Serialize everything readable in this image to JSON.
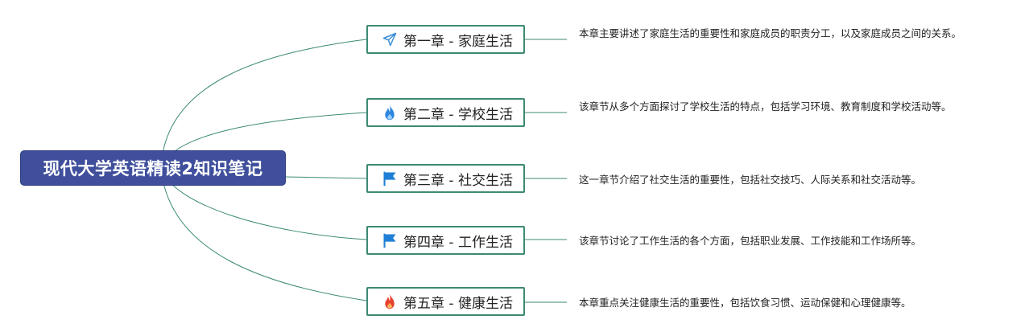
{
  "root": {
    "title": "现代大学英语精读2知识笔记"
  },
  "colors": {
    "root_bg": "#3f4f9c",
    "branch_border": "#3c8a74",
    "connector": "#3c8a74",
    "text": "#222222"
  },
  "chapters": [
    {
      "title": "第一章 - 家庭生活",
      "icon": "paper-plane-icon",
      "icon_color": "#3a8fd8",
      "note": "本章主要讲述了家庭生活的重要性和家庭成员的职责分工，以及家庭成员之间的关系。"
    },
    {
      "title": "第二章 - 学校生活",
      "icon": "flame-icon",
      "icon_color": "#2f86de",
      "note": "该章节从多个方面探讨了学校生活的特点，包括学习环境、教育制度和学校活动等。"
    },
    {
      "title": "第三章 - 社交生活",
      "icon": "flag-icon",
      "icon_color": "#1f7fd6",
      "note": "这一章节介绍了社交生活的重要性，包括社交技巧、人际关系和社交活动等。"
    },
    {
      "title": "第四章 - 工作生活",
      "icon": "flag-icon",
      "icon_color": "#1f7fd6",
      "note": "该章节讨论了工作生活的各个方面，包括职业发展、工作技能和工作场所等。"
    },
    {
      "title": "第五章 - 健康生活",
      "icon": "flame-icon",
      "icon_color": "#e5432f",
      "note": "本章重点关注健康生活的重要性，包括饮食习惯、运动保健和心理健康等。"
    }
  ]
}
